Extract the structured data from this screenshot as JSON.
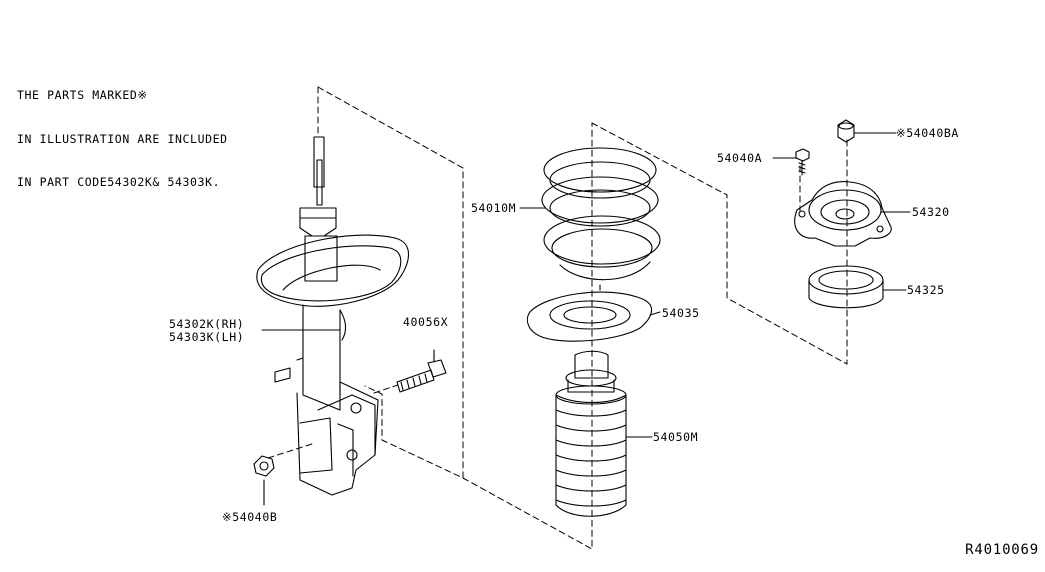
{
  "note": {
    "lines": [
      "THE PARTS MARKED※",
      "IN ILLUSTRATION ARE INCLUDED",
      "IN PART CODE54302K& 54303K."
    ]
  },
  "parts": {
    "strut_rh": "54302K(RH)",
    "strut_lh": "54303K(LH)",
    "bolt": "40056X",
    "nut_lower": "※54040B",
    "spring": "54010M",
    "spring_seat": "54035",
    "bound_bumper": "54050M",
    "mount_bolt": "54040A",
    "mount_nut": "※54040BA",
    "strut_mount": "54320",
    "bearing": "54325"
  },
  "diagram_ref": "R4010069",
  "colors": {
    "line": "#000000",
    "background": "#ffffff"
  }
}
